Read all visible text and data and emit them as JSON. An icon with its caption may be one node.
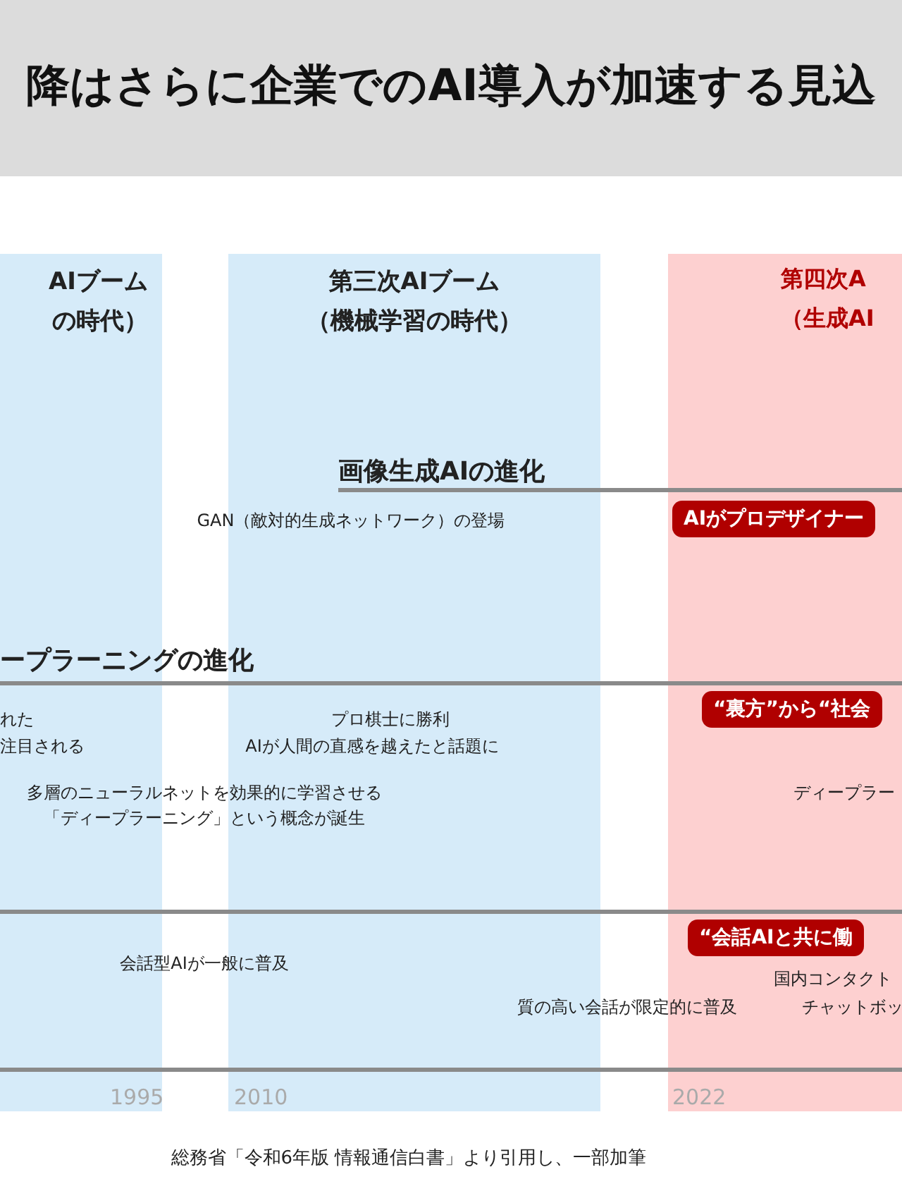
{
  "diagram": {
    "title": "降はさらに企業でのAI導入が加速する見込",
    "caption": "総務省「令和6年版 情報通信白書」より引用し、一部加筆",
    "nodes": [
      {
        "text": [
          "AIブーム",
          "の時代）"
        ]
      },
      {
        "text": [
          "第三次AIブーム",
          "（機械学習の時代）"
        ]
      },
      {
        "text": [
          "第四次A",
          "（生成AI"
        ]
      },
      {
        "text": [
          "AIがプロデザイナー"
        ],
        "in": 2
      },
      {
        "text": [
          "“裏方”から“社会"
        ],
        "in": 2
      },
      {
        "text": [
          "“会話AIと共に働"
        ],
        "in": 2
      }
    ],
    "labels": [
      "画像生成AIの進化",
      "GAN（敵対的生成ネットワーク）の登場",
      "ープラーニングの進化",
      "れた",
      "プロ棋士に勝利",
      "注目される",
      "AIが人間の直感を越えたと話題に",
      "多層のニューラルネットを効果的に学習させる",
      "ディープラー",
      "「ディープラーニング」という概念が誕生",
      "会話型AIが一般に普及",
      "国内コンタクト",
      "質の高い会話が限定的に普及",
      "チャットボッ",
      "1995",
      "2010",
      "2022"
    ]
  }
}
